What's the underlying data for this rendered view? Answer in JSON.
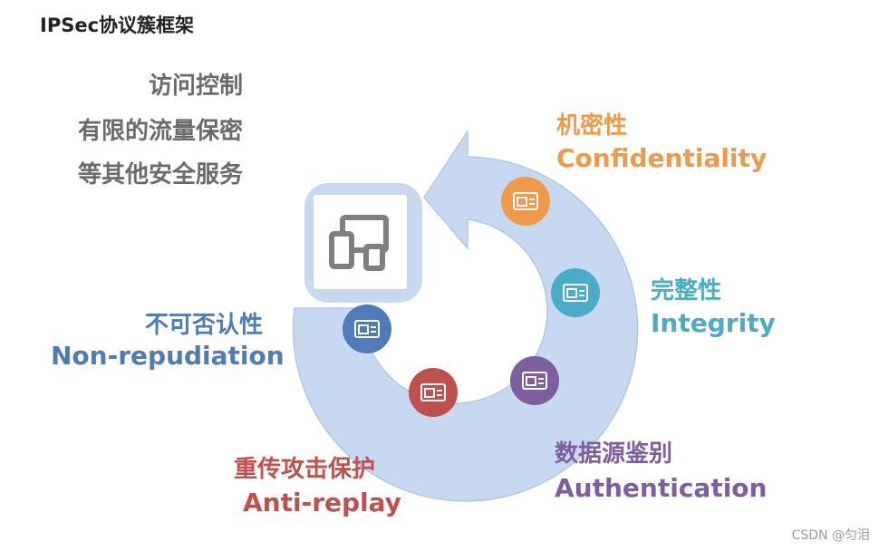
{
  "title": "IPSec协议簇框架",
  "services": [
    "访问控制",
    "有限的流量保密",
    "等其他安全服务"
  ],
  "features": [
    {
      "cn": "机密性",
      "en": "Confidentiality",
      "color": "#ef9a4a"
    },
    {
      "cn": "完整性",
      "en": "Integrity",
      "color": "#4aacc6"
    },
    {
      "cn": "数据源鉴别",
      "en": "Authentication",
      "color": "#7d5fa0"
    },
    {
      "cn": "重传攻击保护",
      "en": "Anti-replay",
      "color": "#c0504d"
    },
    {
      "cn": "不可否认性",
      "en": "Non-repudiation",
      "color": "#4f7bb8"
    }
  ],
  "icons": [
    "devices-icon",
    "id-card-icon"
  ],
  "colors": {
    "ring": "#c6d9f0",
    "ring_edge": "#b3c7e6",
    "box_border": "#c9d6ea"
  },
  "watermark": "CSDN @匀泪"
}
